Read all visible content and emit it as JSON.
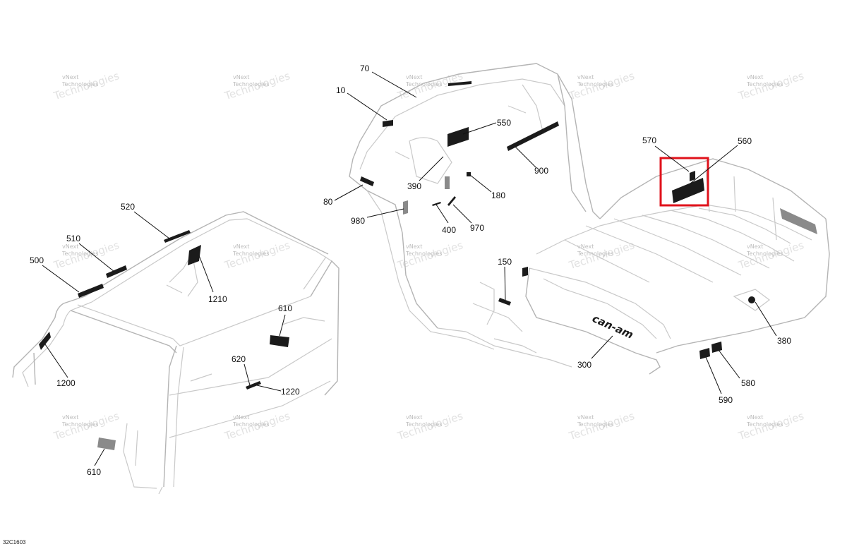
{
  "watermark": {
    "line1": "vNext",
    "line2": "Technologies"
  },
  "figure_code": "32C1603",
  "callouts": [
    {
      "id": "c70",
      "label": "70"
    },
    {
      "id": "c10",
      "label": "10"
    },
    {
      "id": "c550",
      "label": "550"
    },
    {
      "id": "c900",
      "label": "900"
    },
    {
      "id": "c570",
      "label": "570"
    },
    {
      "id": "c560",
      "label": "560"
    },
    {
      "id": "c390",
      "label": "390"
    },
    {
      "id": "c180",
      "label": "180"
    },
    {
      "id": "c80",
      "label": "80"
    },
    {
      "id": "c980",
      "label": "980"
    },
    {
      "id": "c400",
      "label": "400"
    },
    {
      "id": "c970",
      "label": "970"
    },
    {
      "id": "c520",
      "label": "520"
    },
    {
      "id": "c510",
      "label": "510"
    },
    {
      "id": "c500",
      "label": "500"
    },
    {
      "id": "c1210",
      "label": "1210"
    },
    {
      "id": "c610a",
      "label": "610"
    },
    {
      "id": "c150",
      "label": "150"
    },
    {
      "id": "c620",
      "label": "620"
    },
    {
      "id": "c1220",
      "label": "1220"
    },
    {
      "id": "c1200",
      "label": "1200"
    },
    {
      "id": "c300",
      "label": "300"
    },
    {
      "id": "c380",
      "label": "380"
    },
    {
      "id": "c580",
      "label": "580"
    },
    {
      "id": "c590",
      "label": "590"
    },
    {
      "id": "c610b",
      "label": "610"
    }
  ],
  "brand_decal_text": "can-am",
  "highlighted_callout": "570",
  "colors": {
    "highlight": "#e0121b",
    "decal": "#1b1b1b",
    "outline": "#c9c9c9"
  }
}
